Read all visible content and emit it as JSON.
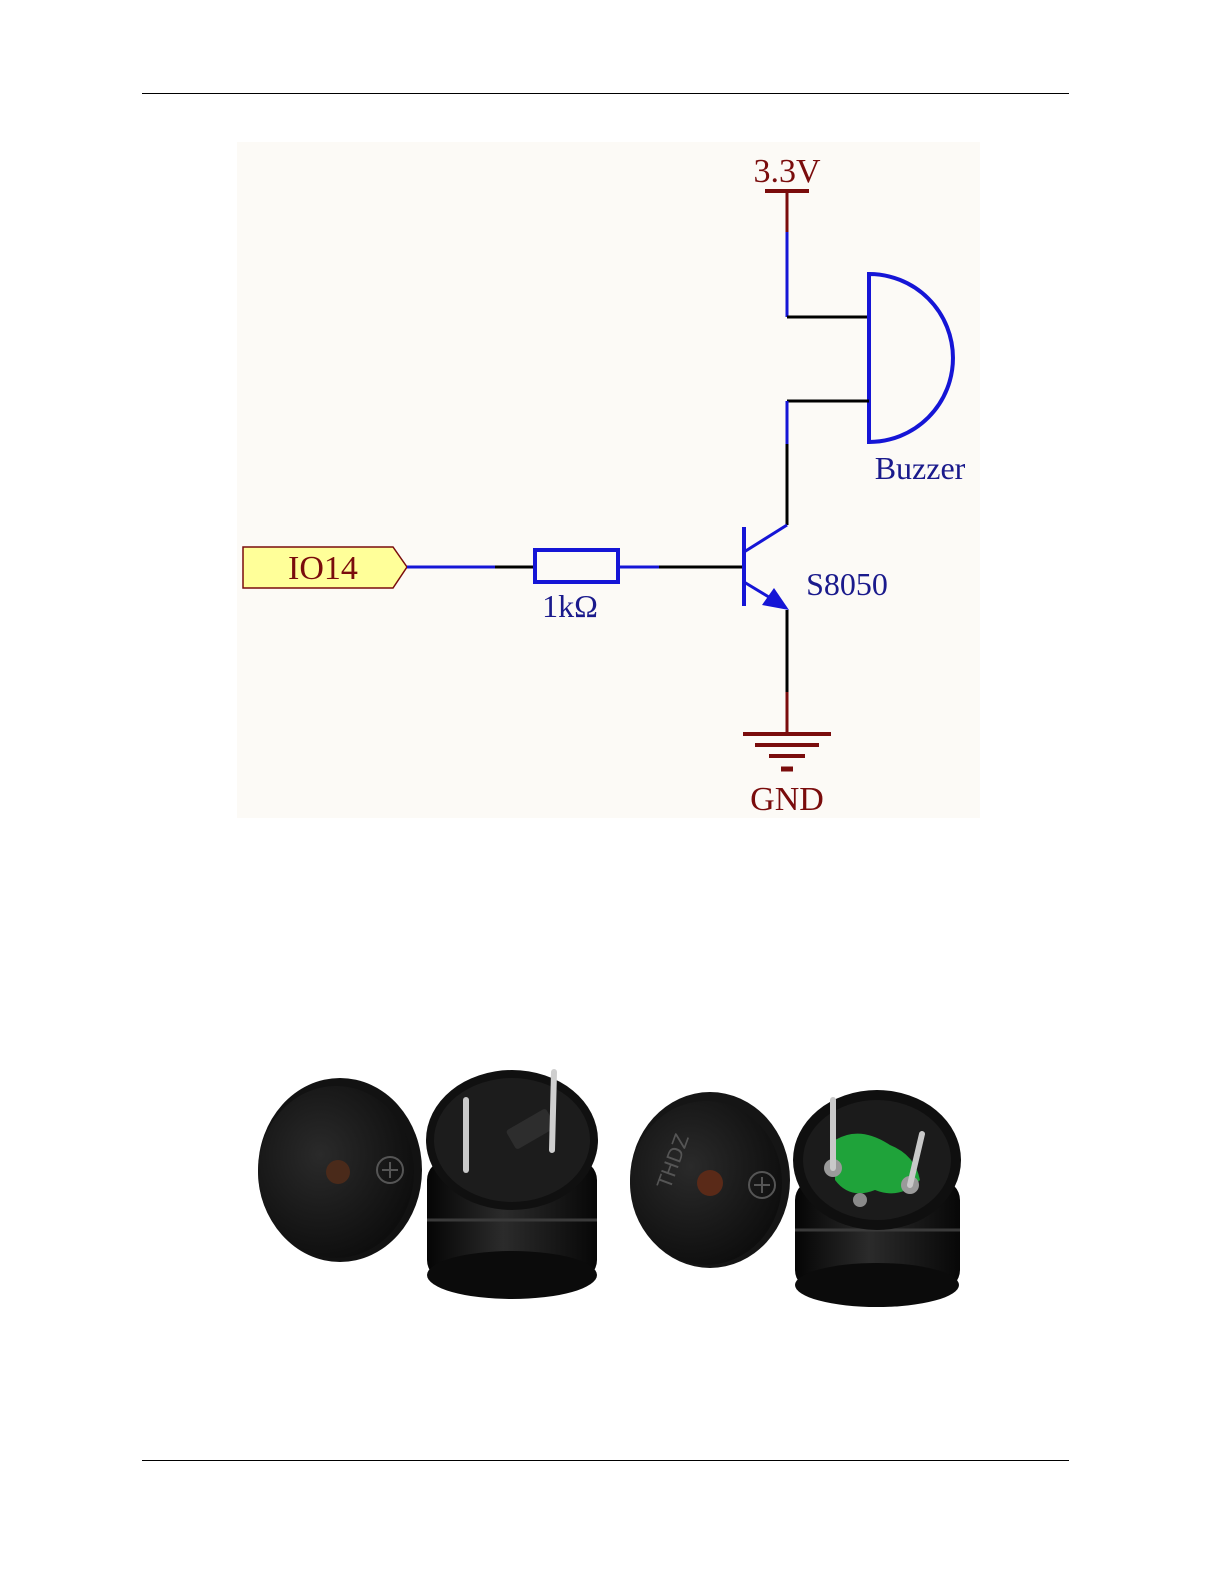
{
  "schematic": {
    "labels": {
      "vcc": "3.3V",
      "buzzer": "Buzzer",
      "signal_port": "IO14",
      "resistor": "1kΩ",
      "transistor": "S8050",
      "ground": "GND"
    },
    "colors": {
      "background": "#fcfaf6",
      "wire": "#000000",
      "component": "#1515d6",
      "power": "#7a0c0c",
      "port_fill": "#ffff99",
      "port_text": "#7a0c0c",
      "component_text": "#1a1a8c"
    }
  },
  "photo": {
    "subject": "buzzer components",
    "marking": "THDZ"
  }
}
